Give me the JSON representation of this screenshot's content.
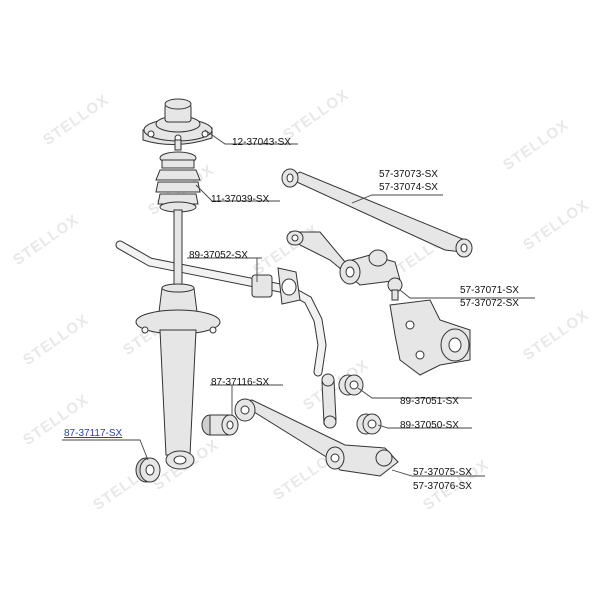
{
  "watermark": "STELLOX",
  "colors": {
    "highlight_label": "#2b3fb5",
    "part_fill": "#e6e6e6",
    "line": "#333333"
  },
  "parts": [
    {
      "id": "strut-mount",
      "label": "12-37043-SX"
    },
    {
      "id": "bump-stop",
      "label": "11-37039-SX"
    },
    {
      "id": "stabilizer-bushing",
      "label": "89-37052-SX"
    },
    {
      "id": "upper-arm-front",
      "label": "57-37073-SX"
    },
    {
      "id": "upper-arm-rear",
      "label": "57-37074-SX"
    },
    {
      "id": "upper-control-arm-left",
      "label": "57-37071-SX"
    },
    {
      "id": "upper-control-arm-right",
      "label": "57-37072-SX"
    },
    {
      "id": "arm-bushing-1",
      "label": "87-37116-SX"
    },
    {
      "id": "link-bushing",
      "label": "89-37051-SX"
    },
    {
      "id": "arm-bushing-2",
      "label": "89-37050-SX"
    },
    {
      "id": "shock-bushing",
      "label": "87-37117-SX",
      "highlighted": true
    },
    {
      "id": "lower-arm-left",
      "label": "57-37075-SX"
    },
    {
      "id": "lower-arm-right",
      "label": "57-37076-SX"
    }
  ]
}
